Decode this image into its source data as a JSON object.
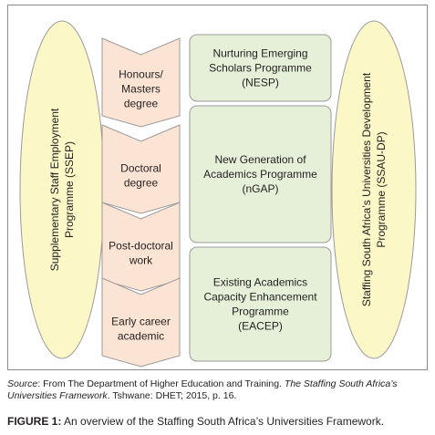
{
  "left_oval": {
    "lines": [
      "Supplementary Staff Employment",
      "Programme (SSEP)"
    ]
  },
  "right_oval": {
    "lines": [
      "Staffing South Africa’s Universities Development",
      "Programme (SSAU-DP)"
    ]
  },
  "stages": [
    {
      "lines": [
        "Honours/",
        "Masters",
        "degree"
      ]
    },
    {
      "lines": [
        "Doctoral",
        "degree"
      ]
    },
    {
      "lines": [
        "Post-doctoral",
        "work"
      ]
    },
    {
      "lines": [
        "Early career",
        "academic"
      ]
    }
  ],
  "programmes": [
    {
      "lines": [
        "Nurturing Emerging",
        "Scholars Programme",
        "(NESP)"
      ]
    },
    {
      "lines": [
        "New Generation of",
        "Academics Programme",
        "(nGAP)"
      ]
    },
    {
      "lines": [
        "Existing Academics",
        "Capacity Enhancement",
        "Programme",
        "(EACEP)"
      ]
    }
  ],
  "source": {
    "label": "Source",
    "prefix": ": From The Department of Higher Education and Training. ",
    "title": "The Staffing South Africa’s Universities Framework",
    "suffix": ". Tshwane: DHET; 2015, p. 16."
  },
  "caption": {
    "label": "FIGURE 1:",
    "text": " An overview of the Staffing South Africa’s Universities Framework."
  },
  "colors": {
    "oval_fill": "#fbf7c7",
    "chevron_fill": "#fce4d4",
    "programme_fill": "#e6f0d9",
    "outline": "#9a9a9a"
  }
}
